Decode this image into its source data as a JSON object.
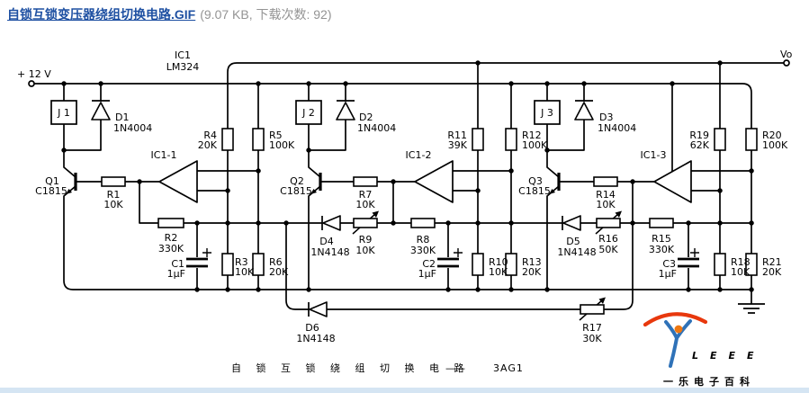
{
  "header": {
    "filename": "自锁互锁变压器绕组切换电路.GIF",
    "meta": "(9.07 KB, 下载次数: 92)"
  },
  "schematic": {
    "power_rail_label": "+ 12 V",
    "output_label": "Vo",
    "ic_ref": "IC1",
    "ic_part": "LM324",
    "opamps": [
      "IC1-1",
      "IC1-2",
      "IC1-3"
    ],
    "relays": [
      "J 1",
      "J 2",
      "J 3"
    ],
    "transistors": [
      {
        "ref": "Q1",
        "part": "C1815"
      },
      {
        "ref": "Q2",
        "part": "C1815"
      },
      {
        "ref": "Q3",
        "part": "C1815"
      }
    ],
    "diodes": [
      {
        "ref": "D1",
        "part": "1N4004"
      },
      {
        "ref": "D2",
        "part": "1N4004"
      },
      {
        "ref": "D3",
        "part": "1N4004"
      },
      {
        "ref": "D4",
        "part": "1N4148"
      },
      {
        "ref": "D5",
        "part": "1N4148"
      },
      {
        "ref": "D6",
        "part": "1N4148"
      }
    ],
    "resistors": [
      {
        "ref": "R1",
        "value": "10K"
      },
      {
        "ref": "R2",
        "value": "330K"
      },
      {
        "ref": "R3",
        "value": "10K"
      },
      {
        "ref": "R4",
        "value": "20K"
      },
      {
        "ref": "R5",
        "value": "100K"
      },
      {
        "ref": "R6",
        "value": "20K"
      },
      {
        "ref": "R7",
        "value": "10K"
      },
      {
        "ref": "R8",
        "value": "330K"
      },
      {
        "ref": "R9",
        "value": "10K"
      },
      {
        "ref": "R10",
        "value": "10K"
      },
      {
        "ref": "R11",
        "value": "39K"
      },
      {
        "ref": "R12",
        "value": "100K"
      },
      {
        "ref": "R13",
        "value": "20K"
      },
      {
        "ref": "R14",
        "value": "10K"
      },
      {
        "ref": "R15",
        "value": "330K"
      },
      {
        "ref": "R16",
        "value": "50K"
      },
      {
        "ref": "R17",
        "value": "30K"
      },
      {
        "ref": "R18",
        "value": "10K"
      },
      {
        "ref": "R19",
        "value": "62K"
      },
      {
        "ref": "R20",
        "value": "100K"
      },
      {
        "ref": "R21",
        "value": "20K"
      }
    ],
    "capacitors": [
      {
        "ref": "C1",
        "value": "1µF"
      },
      {
        "ref": "C2",
        "value": "1µF"
      },
      {
        "ref": "C3",
        "value": "1µF"
      }
    ],
    "caption": {
      "title": "自 锁 互 锁 绕 组 切 换 电 路",
      "dash": "——",
      "model": "3AG1"
    }
  },
  "logo": {
    "wordmark": "LEEE",
    "tagline": "一乐电子百科"
  }
}
